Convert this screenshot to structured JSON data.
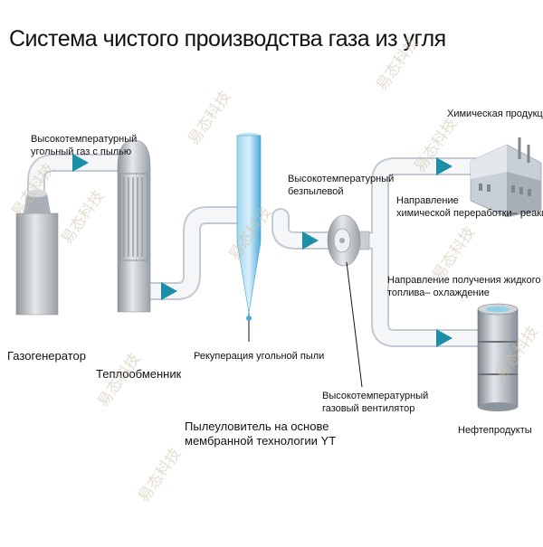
{
  "title": "Система чистого производства газа из угля",
  "labels": {
    "hot_dusty_gas": [
      "Высокотемпературный",
      "угольный газ с пылью"
    ],
    "gasifier": "Газогенератор",
    "heat_exchanger": "Теплообменник",
    "dust_recovery": "Рекуперация угольной пыли",
    "hot_dustfree": [
      "Высокотемпературный",
      "безпылевой"
    ],
    "chem_products": "Химическая продукция",
    "chem_direction": [
      "Направление",
      "химической переработки– реакция"
    ],
    "fuel_direction": [
      "Направление получения жидкого",
      "топлива– охлаждение"
    ],
    "fan": [
      "Высокотемпературный",
      "газовый вентилятор"
    ],
    "dust_collector": [
      "Пылеуловитель на основе",
      "мембранной технологии YT"
    ],
    "oil_products": "Нефтепродукты"
  },
  "watermark": "易态科技",
  "colors": {
    "pipe": "#eef1f4",
    "pipe_edge": "#c9cfd6",
    "arrow": "#1c8fa8",
    "cyclone": "#5fb6dd",
    "equipment": "#b9bec4",
    "watermark": "#cfc3a8"
  }
}
